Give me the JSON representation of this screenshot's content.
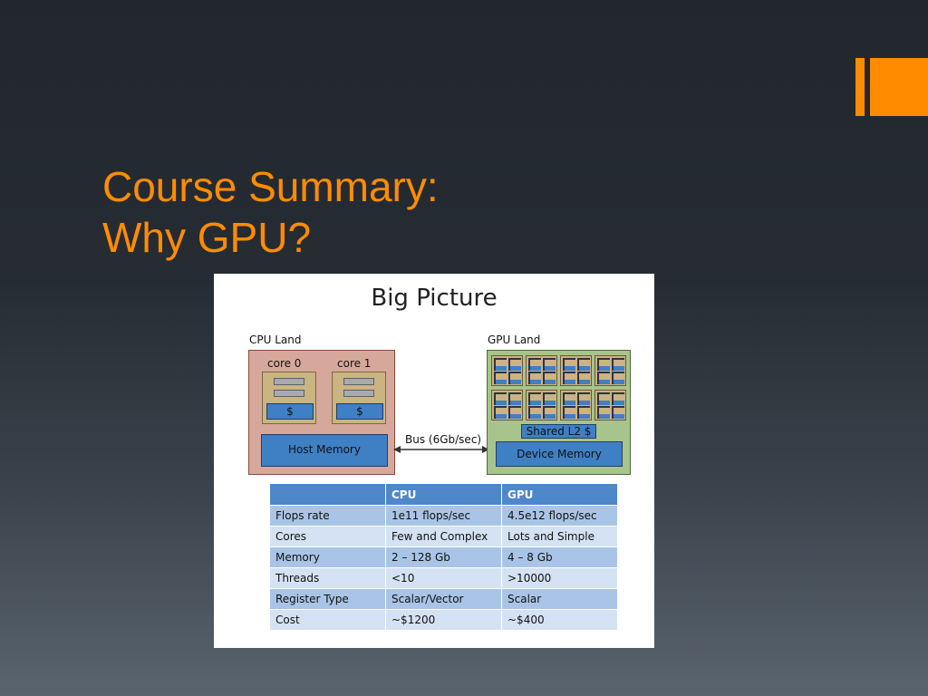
{
  "slide": {
    "title_line1": "Course Summary:",
    "title_line2": "Why GPU?",
    "accent_color": "#ff8c00"
  },
  "figure": {
    "title": "Big Picture",
    "cpu_land": {
      "label": "CPU Land",
      "cores": [
        {
          "label": "core 0",
          "cache": "$"
        },
        {
          "label": "core 1",
          "cache": "$"
        }
      ],
      "memory": "Host Memory"
    },
    "bus": {
      "label": "Bus (6Gb/sec)"
    },
    "gpu_land": {
      "label": "GPU Land",
      "shared_cache": "Shared L2 $",
      "memory": "Device Memory"
    },
    "table": {
      "headers": [
        "",
        "CPU",
        "GPU"
      ],
      "rows": [
        [
          "Flops rate",
          "1e11 flops/sec",
          "4.5e12 flops/sec"
        ],
        [
          "Cores",
          "Few and Complex",
          "Lots and Simple"
        ],
        [
          "Memory",
          "2 – 128 Gb",
          "4 – 8 Gb"
        ],
        [
          "Threads",
          "<10",
          ">10000"
        ],
        [
          "Register Type",
          "Scalar/Vector",
          "Scalar"
        ],
        [
          "Cost",
          "~$1200",
          "~$400"
        ]
      ]
    }
  }
}
